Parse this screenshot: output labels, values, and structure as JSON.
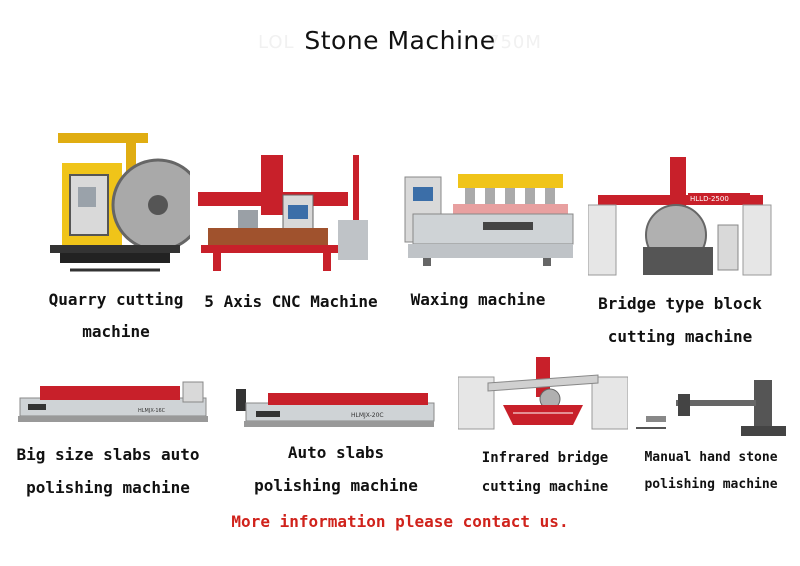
{
  "page": {
    "title": "Stone Machine",
    "ghost_left": "LOL",
    "ghost_right": "750M"
  },
  "products": [
    {
      "line1": "Quarry cutting",
      "line2": "machine"
    },
    {
      "line1": "5 Axis CNC Machine",
      "line2": ""
    },
    {
      "line1": "Waxing machine",
      "line2": ""
    },
    {
      "line1": "Bridge type block",
      "line2": "cutting machine"
    },
    {
      "line1": "Big size slabs auto",
      "line2": "polishing machine"
    },
    {
      "line1": "Auto slabs",
      "line2": "polishing machine"
    },
    {
      "line1": "Infrared bridge",
      "line2": "cutting machine"
    },
    {
      "line1": "Manual hand stone",
      "line2": "polishing machine"
    }
  ],
  "machine_text": {
    "bridge_model": "HLLD-2500",
    "slab_model": "HLMJX-16C",
    "auto_model": "HLMJX-20C"
  },
  "footer": {
    "text": "More information please contact us."
  },
  "colors": {
    "accent_red": "#d0231c",
    "machine_red": "#c8202a",
    "machine_yellow": "#f0c419"
  }
}
